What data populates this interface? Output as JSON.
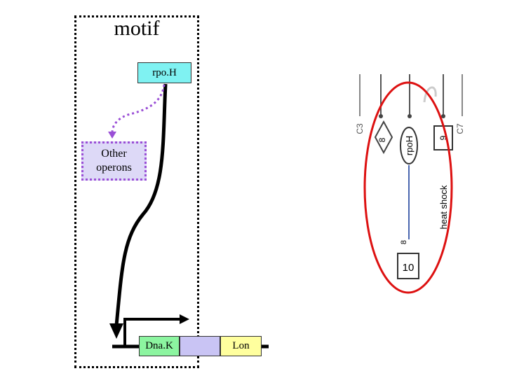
{
  "title": "motif",
  "genes": {
    "rpoh": "rpo.H",
    "dnak": "Dna.K",
    "mid": "",
    "lon": "Lon"
  },
  "other_operons": [
    "Other",
    "operons"
  ],
  "network": {
    "node_rpoh": "rpoH",
    "node_10": "10",
    "side_label": "heat shock",
    "fragment_labels": [
      "C3",
      "8",
      "9",
      "C7",
      "8"
    ]
  },
  "colors": {
    "rpoh_fill": "#7ff2f2",
    "other_border": "#9a4fd6",
    "other_fill": "#ddd9f7",
    "dnak_fill": "#8cf5a0",
    "mid_fill": "#c9c4f4",
    "lon_fill": "#ffff9e",
    "highlight_ellipse": "#dd1111",
    "regulation_arrow": "#000000"
  }
}
